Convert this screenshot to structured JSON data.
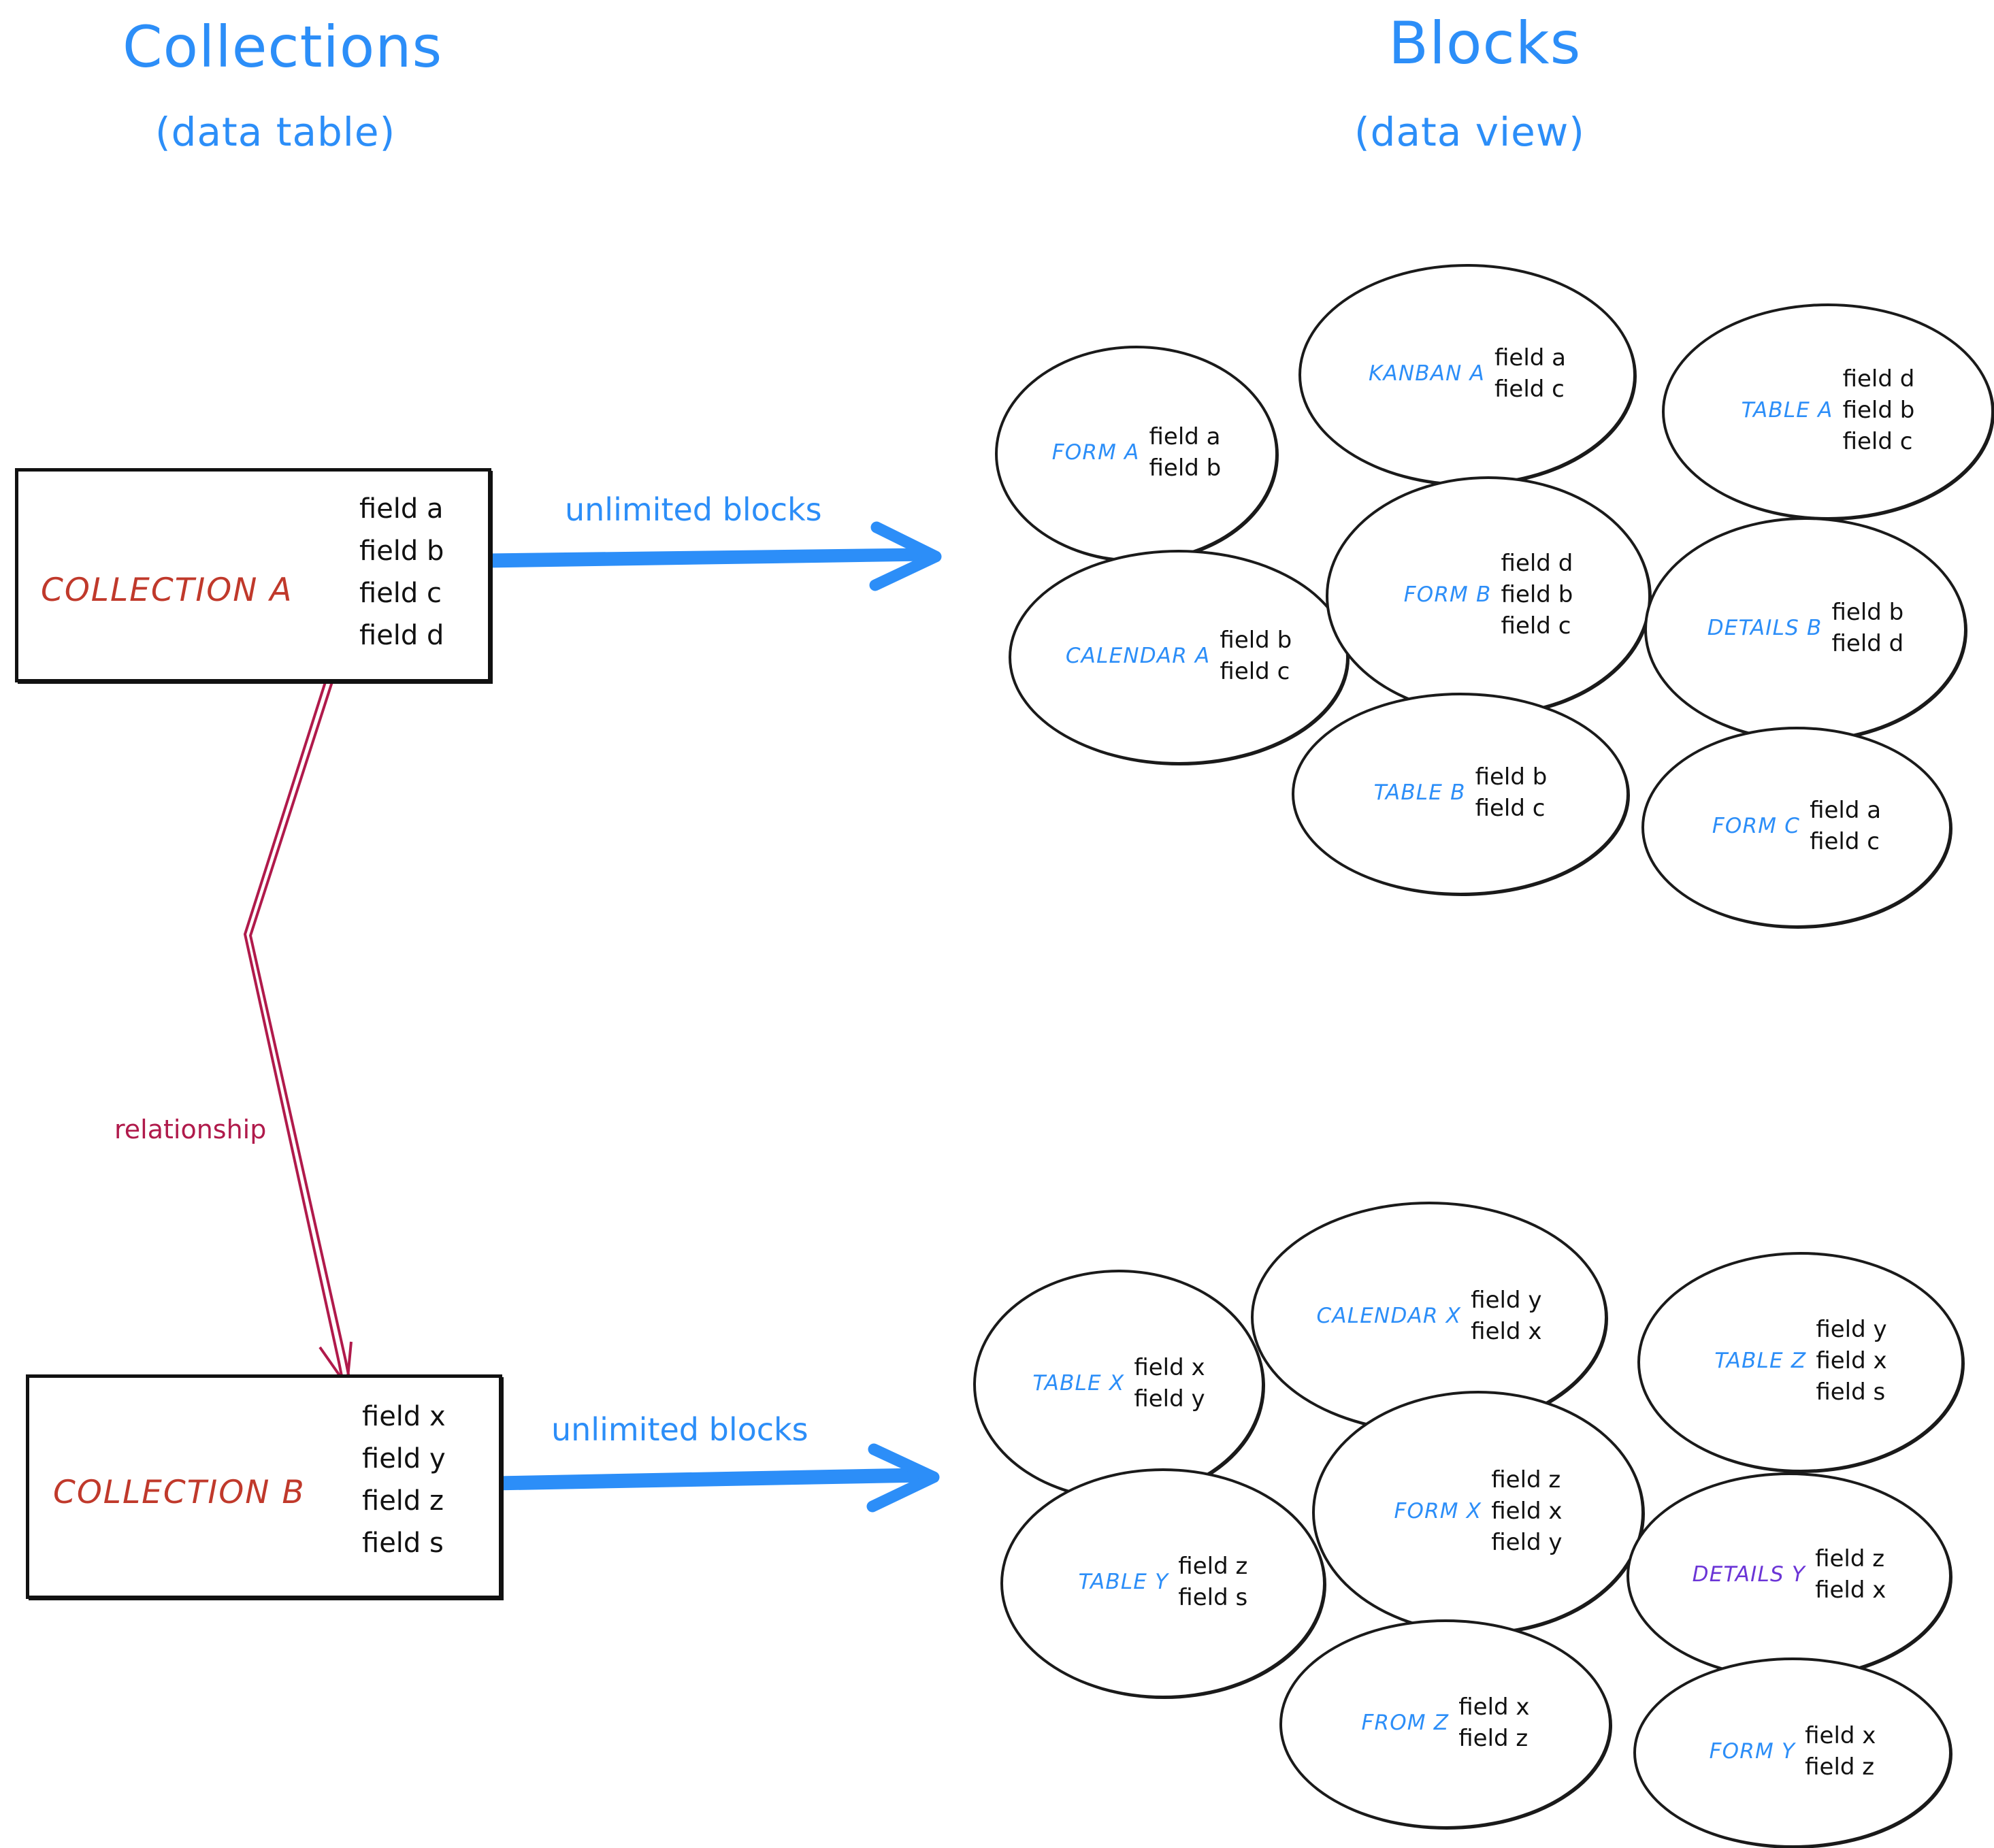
{
  "headings": {
    "left_title": "Collections",
    "left_subtitle": "(data table)",
    "right_title": "Blocks",
    "right_subtitle": "(data view)"
  },
  "colors": {
    "accent_blue": "#2C8EF8",
    "collection_red": "#C0392B",
    "relationship_crimson": "#B01A4B",
    "details_purple": "#6B35D6",
    "stroke_black": "#1a1a1a",
    "background": "#ffffff"
  },
  "collections": [
    {
      "id": "collection-a",
      "name": "COLLECTION A",
      "fields": [
        "field a",
        "field b",
        "field c",
        "field d"
      ]
    },
    {
      "id": "collection-b",
      "name": "COLLECTION B",
      "fields": [
        "field x",
        "field y",
        "field z",
        "field s"
      ]
    }
  ],
  "arrows": {
    "top_flow_label": "unlimited blocks",
    "bottom_flow_label": "unlimited blocks",
    "relationship_label": "relationship"
  },
  "block_clusters": [
    {
      "id": "cluster-a",
      "source": "COLLECTION A",
      "blocks": [
        {
          "label": "FORM A",
          "label_color": "blue",
          "fields": [
            "field a",
            "field b"
          ]
        },
        {
          "label": "KANBAN A",
          "label_color": "blue",
          "fields": [
            "field a",
            "field c"
          ]
        },
        {
          "label": "TABLE A",
          "label_color": "blue",
          "fields": [
            "field d",
            "field b",
            "field c"
          ]
        },
        {
          "label": "CALENDAR A",
          "label_color": "blue",
          "fields": [
            "field b",
            "field c"
          ]
        },
        {
          "label": "FORM B",
          "label_color": "blue",
          "fields": [
            "field d",
            "field b",
            "field c"
          ]
        },
        {
          "label": "DETAILS B",
          "label_color": "blue",
          "fields": [
            "field b",
            "field d"
          ]
        },
        {
          "label": "TABLE B",
          "label_color": "blue",
          "fields": [
            "field b",
            "field c"
          ]
        },
        {
          "label": "FORM C",
          "label_color": "blue",
          "fields": [
            "field a",
            "field c"
          ]
        }
      ]
    },
    {
      "id": "cluster-b",
      "source": "COLLECTION B",
      "blocks": [
        {
          "label": "TABLE X",
          "label_color": "blue",
          "fields": [
            "field x",
            "field y"
          ]
        },
        {
          "label": "CALENDAR X",
          "label_color": "blue",
          "fields": [
            "field y",
            "field x"
          ]
        },
        {
          "label": "TABLE Z",
          "label_color": "blue",
          "fields": [
            "field y",
            "field x",
            "field s"
          ]
        },
        {
          "label": "TABLE Y",
          "label_color": "blue",
          "fields": [
            "field z",
            "field s"
          ]
        },
        {
          "label": "FORM X",
          "label_color": "blue",
          "fields": [
            "field z",
            "field x",
            "field y"
          ]
        },
        {
          "label": "DETAILS Y",
          "label_color": "purple",
          "fields": [
            "field z",
            "field x"
          ]
        },
        {
          "label": "FROM Z",
          "label_color": "blue",
          "fields": [
            "field x",
            "field z"
          ]
        },
        {
          "label": "FORM Y",
          "label_color": "blue",
          "fields": [
            "field x",
            "field z"
          ]
        }
      ]
    }
  ]
}
